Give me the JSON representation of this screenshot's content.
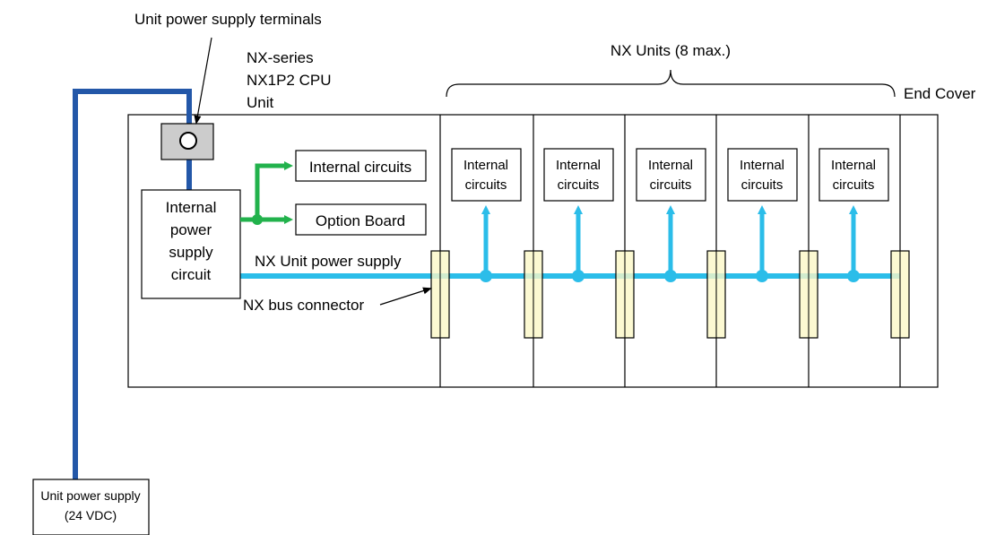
{
  "labels": {
    "unit_power_supply_terminals": "Unit power supply terminals",
    "cpu_unit_line1": "NX-series",
    "cpu_unit_line2": "NX1P2 CPU",
    "cpu_unit_line3": "Unit",
    "nx_units": "NX Units (8 max.)",
    "end_cover": "End Cover",
    "internal_circuits": "Internal circuits",
    "option_board": "Option Board",
    "internal_power_line1": "Internal",
    "internal_power_line2": "power",
    "internal_power_line3": "supply",
    "internal_power_line4": "circuit",
    "nx_unit_power_supply": "NX Unit power supply",
    "nx_bus_connector": "NX bus connector",
    "unit_internal_line1": "Internal",
    "unit_internal_line2": "circuits",
    "power_supply_line1": "Unit power supply",
    "power_supply_line2": "(24 VDC)"
  },
  "colors": {
    "dark_blue_wire": "#2357a8",
    "light_blue_bus": "#2bbde9",
    "green_wire": "#22b24c",
    "connector_fill": "#fbf7c7",
    "terminal_fill": "#cccccc"
  },
  "nx_unit_count_shown": 5
}
